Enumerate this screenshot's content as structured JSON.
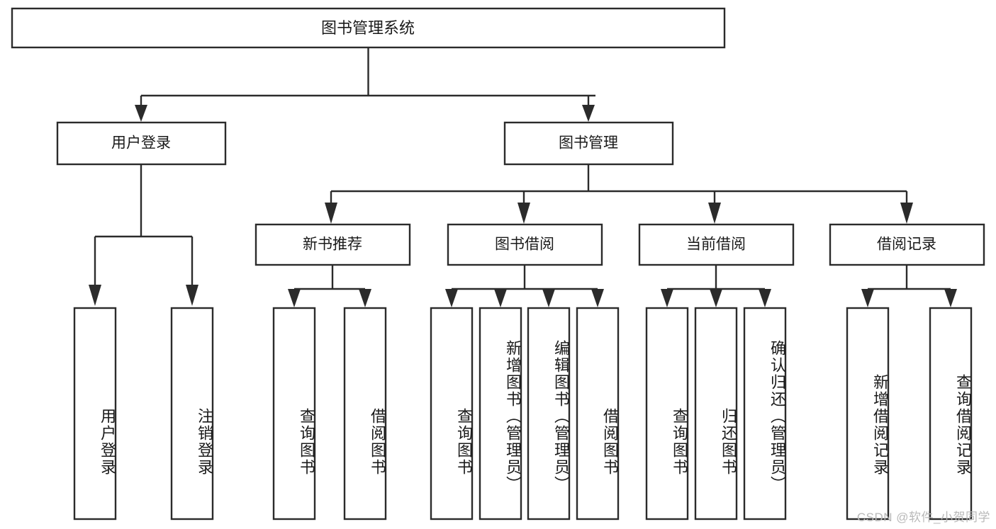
{
  "diagram": {
    "type": "tree",
    "title": "图书管理系统",
    "orientation": "top-down",
    "root": {
      "id": "root",
      "label": "图书管理系统"
    },
    "level2": [
      {
        "id": "user-login",
        "label": "用户登录"
      },
      {
        "id": "book-manage",
        "label": "图书管理"
      }
    ],
    "level3": [
      {
        "id": "new-book-rec",
        "label": "新书推荐",
        "parent": "book-manage"
      },
      {
        "id": "book-borrow",
        "label": "图书借阅",
        "parent": "book-manage"
      },
      {
        "id": "current-borrow",
        "label": "当前借阅",
        "parent": "book-manage"
      },
      {
        "id": "borrow-record",
        "label": "借阅记录",
        "parent": "book-manage"
      }
    ],
    "leaves": [
      {
        "id": "leaf-user-login",
        "label": "用户登录",
        "parent": "user-login"
      },
      {
        "id": "leaf-user-logout",
        "label": "注销登录",
        "parent": "user-login"
      },
      {
        "id": "leaf-query-book-1",
        "label": "查询图书",
        "parent": "new-book-rec"
      },
      {
        "id": "leaf-borrow-book-1",
        "label": "借阅图书",
        "parent": "new-book-rec"
      },
      {
        "id": "leaf-query-book-2",
        "label": "查询图书",
        "parent": "book-borrow"
      },
      {
        "id": "leaf-add-book",
        "label": "新增图书（管理员）",
        "parent": "book-borrow"
      },
      {
        "id": "leaf-edit-book",
        "label": "编辑图书（管理员）",
        "parent": "book-borrow"
      },
      {
        "id": "leaf-borrow-book-2",
        "label": "借阅图书",
        "parent": "book-borrow"
      },
      {
        "id": "leaf-query-book-3",
        "label": "查询图书",
        "parent": "current-borrow"
      },
      {
        "id": "leaf-return-book",
        "label": "归还图书",
        "parent": "current-borrow"
      },
      {
        "id": "leaf-confirm-return",
        "label": "确认归还（管理员）",
        "parent": "current-borrow"
      },
      {
        "id": "leaf-add-record",
        "label": "新增借阅记录",
        "parent": "borrow-record"
      },
      {
        "id": "leaf-query-record",
        "label": "查询借阅记录",
        "parent": "borrow-record"
      }
    ],
    "colors": {
      "stroke": "#2b2b2b",
      "fill": "#ffffff",
      "text": "#1a1a1a",
      "watermark": "#b9b9b9"
    }
  },
  "watermark": {
    "text": "CSDN @软件_小贺同学"
  }
}
